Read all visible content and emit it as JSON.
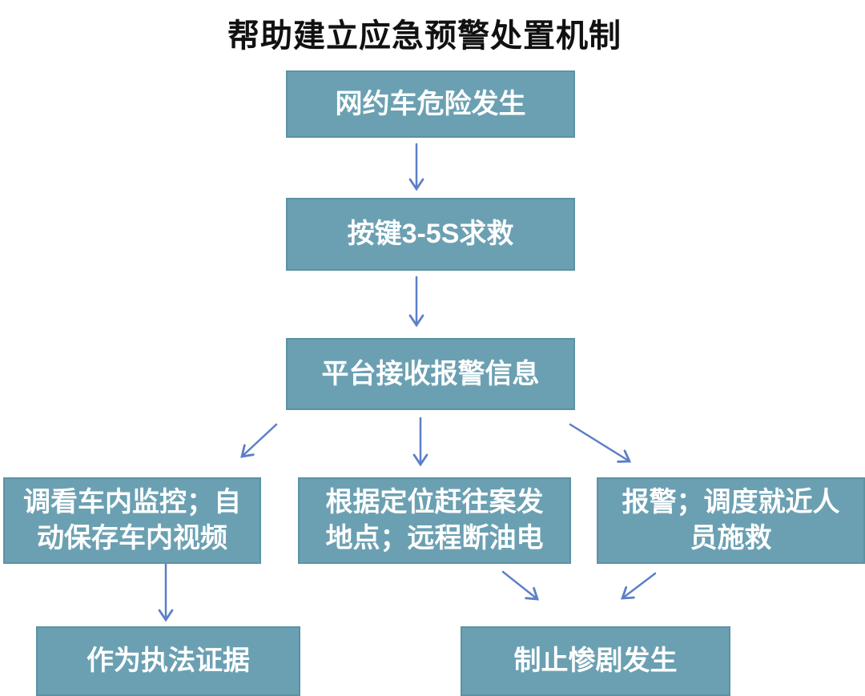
{
  "title": "帮助建立应急预警处置机制",
  "colors": {
    "background": "#FFFFFF",
    "node_fill": "#6BA0B2",
    "node_border": "#5B93A3",
    "node_text": "#FFFFFF",
    "arrow": "#5C7FC5",
    "title_text": "#111111"
  },
  "flowchart": {
    "type": "flowchart",
    "nodes": [
      {
        "id": "danger-occurs",
        "label": "网约车危险发生"
      },
      {
        "id": "press-button-sos",
        "label": "按键3-5S求救"
      },
      {
        "id": "platform-receives-alarm",
        "label": "平台接收报警信息"
      },
      {
        "id": "view-cabin-monitoring",
        "label": "调看车内监控；自\n动保存车内视频"
      },
      {
        "id": "rush-to-scene-cut-power",
        "label": "根据定位赶往案发\n地点；远程断油电"
      },
      {
        "id": "call-police-dispatch",
        "label": "报警；调度就近人\n员施救"
      },
      {
        "id": "law-enforcement-evidence",
        "label": "作为执法证据"
      },
      {
        "id": "stop-tragedy",
        "label": "制止惨剧发生"
      }
    ],
    "edges": [
      {
        "from": "danger-occurs",
        "to": "press-button-sos"
      },
      {
        "from": "press-button-sos",
        "to": "platform-receives-alarm"
      },
      {
        "from": "platform-receives-alarm",
        "to": "view-cabin-monitoring"
      },
      {
        "from": "platform-receives-alarm",
        "to": "rush-to-scene-cut-power"
      },
      {
        "from": "platform-receives-alarm",
        "to": "call-police-dispatch"
      },
      {
        "from": "view-cabin-monitoring",
        "to": "law-enforcement-evidence"
      },
      {
        "from": "rush-to-scene-cut-power",
        "to": "stop-tragedy"
      },
      {
        "from": "call-police-dispatch",
        "to": "stop-tragedy"
      }
    ]
  }
}
